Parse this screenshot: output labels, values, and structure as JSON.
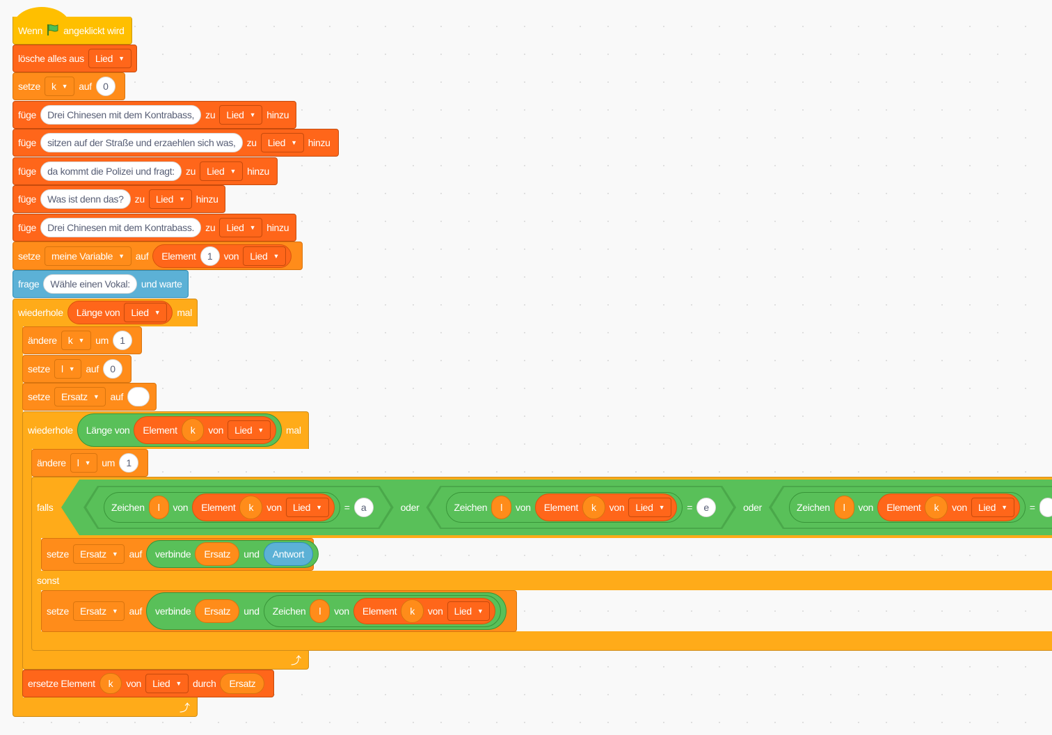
{
  "script": {
    "hat": {
      "left": "Wenn",
      "right": "angeklickt wird",
      "icon": "green-flag-icon"
    },
    "delete_all": {
      "label": "lösche alles aus",
      "list": "Lied"
    },
    "set_k": {
      "setze": "setze",
      "var": "k",
      "auf": "auf",
      "value": "0"
    },
    "add_lines": [
      {
        "fuege": "füge",
        "text": "Drei Chinesen mit dem Kontrabass,",
        "zu": "zu",
        "list": "Lied",
        "hinzu": "hinzu"
      },
      {
        "fuege": "füge",
        "text": "sitzen auf der Straße und erzaehlen sich was,",
        "zu": "zu",
        "list": "Lied",
        "hinzu": "hinzu"
      },
      {
        "fuege": "füge",
        "text": "da kommt die Polizei und fragt:",
        "zu": "zu",
        "list": "Lied",
        "hinzu": "hinzu"
      },
      {
        "fuege": "füge",
        "text": "Was ist denn das?",
        "zu": "zu",
        "list": "Lied",
        "hinzu": "hinzu"
      },
      {
        "fuege": "füge",
        "text": "Drei Chinesen mit dem Kontrabass.",
        "zu": "zu",
        "list": "Lied",
        "hinzu": "hinzu"
      }
    ],
    "set_meine": {
      "setze": "setze",
      "var": "meine Variable",
      "auf": "auf",
      "element": "Element",
      "index": "1",
      "von": "von",
      "list": "Lied"
    },
    "ask": {
      "frage": "frage",
      "question": "Wähle einen Vokal:",
      "wait": "und warte"
    },
    "repeat_outer": {
      "wiederhole": "wiederhole",
      "laenge": "Länge von",
      "list": "Lied",
      "mal": "mal"
    },
    "change_k": {
      "aendere": "ändere",
      "var": "k",
      "um": "um",
      "value": "1"
    },
    "set_l": {
      "setze": "setze",
      "var": "l",
      "auf": "auf",
      "value": "0"
    },
    "set_ersatz": {
      "setze": "setze",
      "var": "Ersatz",
      "auf": "auf",
      "value": ""
    },
    "repeat_inner": {
      "wiederhole": "wiederhole",
      "laenge": "Länge von",
      "element": "Element",
      "k": "k",
      "von": "von",
      "list": "Lied",
      "mal": "mal"
    },
    "change_l": {
      "aendere": "ändere",
      "var": "l",
      "um": "um",
      "value": "1"
    },
    "if": {
      "falls": "falls",
      "conds": [
        {
          "zeichen": "Zeichen",
          "l": "l",
          "von": "von",
          "element": "Element",
          "k": "k",
          "von2": "von",
          "list": "Lied",
          "eq": "=",
          "letter": "a"
        },
        {
          "zeichen": "Zeichen",
          "l": "l",
          "von": "von",
          "element": "Element",
          "k": "k",
          "von2": "von",
          "list": "Lied",
          "eq": "=",
          "letter": "e"
        },
        {
          "zeichen": "Zeichen",
          "l": "l",
          "von": "von",
          "element": "Element",
          "k": "k",
          "von2": "von",
          "list": "Lied",
          "eq": "="
        }
      ],
      "oder": "oder",
      "then": {
        "setze": "setze",
        "var": "Ersatz",
        "auf": "auf",
        "verbinde": "verbinde",
        "a": "Ersatz",
        "und": "und",
        "b": "Antwort"
      },
      "sonst": "sonst",
      "else": {
        "setze": "setze",
        "var": "Ersatz",
        "auf": "auf",
        "verbinde": "verbinde",
        "a": "Ersatz",
        "und": "und",
        "zeichen": "Zeichen",
        "l": "l",
        "von": "von",
        "element": "Element",
        "k": "k",
        "von2": "von",
        "list": "Lied"
      }
    },
    "replace": {
      "label": "ersetze Element",
      "k": "k",
      "von": "von",
      "list": "Lied",
      "durch": "durch",
      "value": "Ersatz"
    }
  },
  "colors": {
    "events": "#ffbf00",
    "lists": "#ff661a",
    "variables": "#ff8c1a",
    "control": "#ffab19",
    "sensing": "#5cb1d6",
    "operators": "#59c059"
  }
}
